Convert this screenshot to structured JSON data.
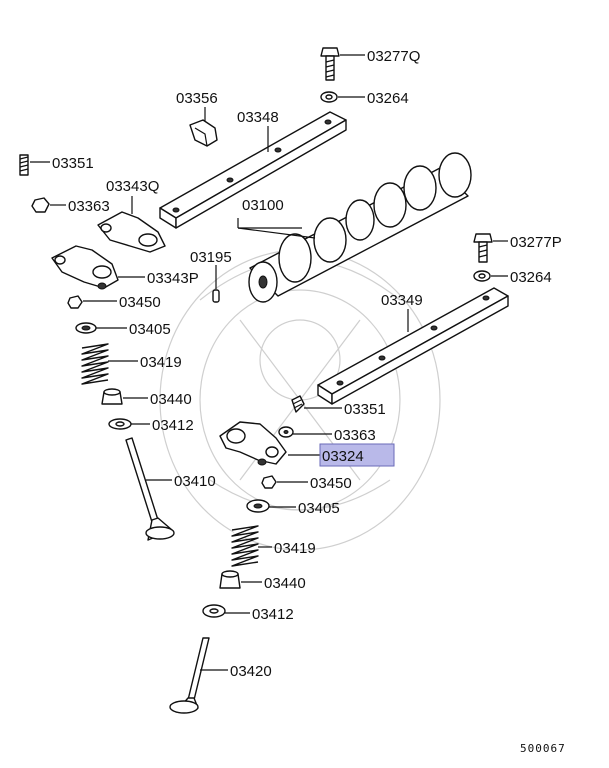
{
  "diagram": {
    "labels": {
      "p03277Q": "03277Q",
      "p03264_top": "03264",
      "p03356": "03356",
      "p03348": "03348",
      "p03351_left": "03351",
      "p03343Q": "03343Q",
      "p03363_left": "03363",
      "p03100": "03100",
      "p03195": "03195",
      "p03277P": "03277P",
      "p03264_right": "03264",
      "p03343P": "03343P",
      "p03450_left": "03450",
      "p03349": "03349",
      "p03405_left": "03405",
      "p03419_left": "03419",
      "p03440_left": "03440",
      "p03351_right": "03351",
      "p03412_left": "03412",
      "p03363_right": "03363",
      "p03324": "03324",
      "p03410": "03410",
      "p03450_right": "03450",
      "p03405_right": "03405",
      "p03419_right": "03419",
      "p03440_right": "03440",
      "p03412_right": "03412",
      "p03420": "03420"
    },
    "highlight_color": "#b9b9e9",
    "diagram_code": "500067"
  }
}
